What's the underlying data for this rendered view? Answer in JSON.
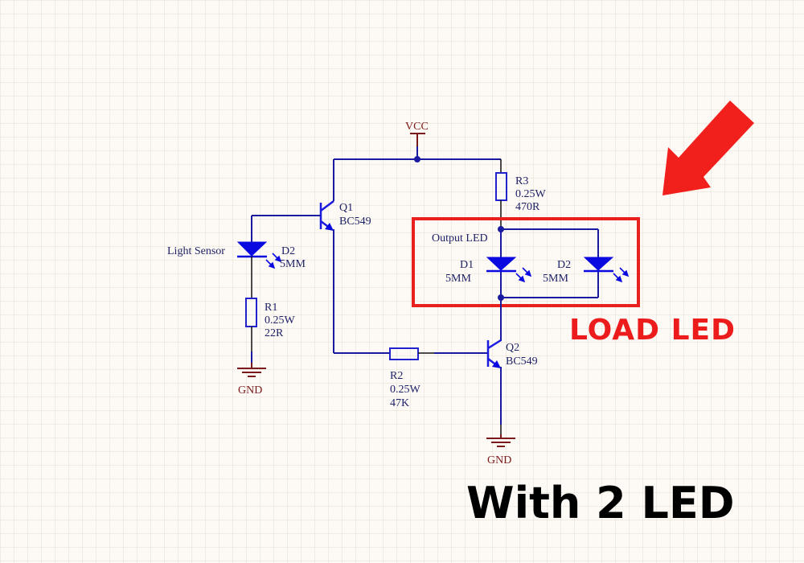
{
  "power": {
    "vcc_label": "VCC",
    "gnd_label": "GND"
  },
  "components": {
    "q1": {
      "ref": "Q1",
      "value": "BC549"
    },
    "q2": {
      "ref": "Q2",
      "value": "BC549"
    },
    "r1": {
      "ref": "R1",
      "power": "0.25W",
      "value": "22R"
    },
    "r2": {
      "ref": "R2",
      "power": "0.25W",
      "value": "47K"
    },
    "r3": {
      "ref": "R3",
      "power": "0.25W",
      "value": "470R"
    },
    "sensor": {
      "name": "Light Sensor",
      "ref": "D2",
      "value": "5MM"
    },
    "out_d1": {
      "ref": "D1",
      "value": "5MM"
    },
    "out_d2": {
      "ref": "D2",
      "value": "5MM"
    },
    "output_group_label": "Output LED"
  },
  "annotations": {
    "load_label": "LOAD LED",
    "caption": "With 2 LED",
    "highlight_color": "#e8211f"
  }
}
